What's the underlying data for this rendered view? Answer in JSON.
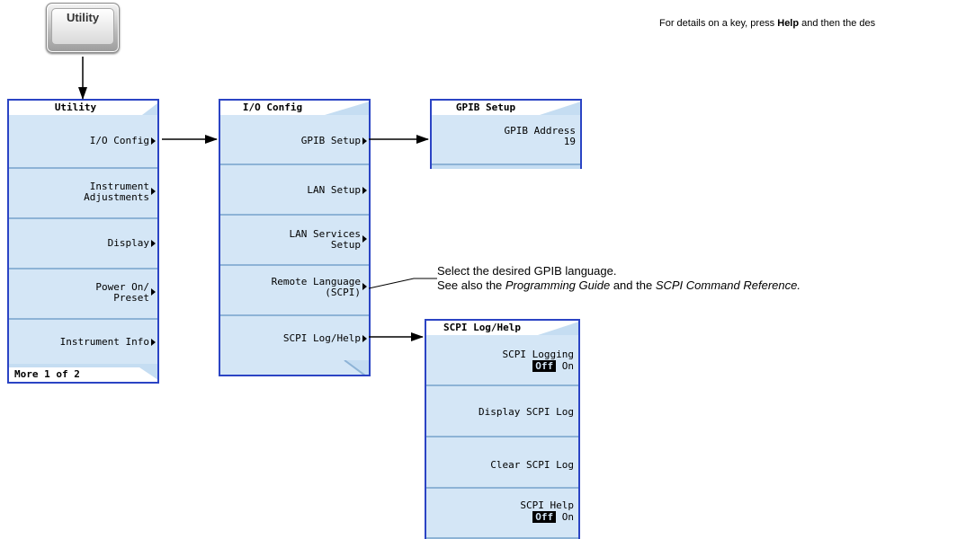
{
  "header_note": {
    "prefix": "For details on a key, press ",
    "help": "Help",
    "suffix": " and then the des"
  },
  "hardkey": {
    "label": "Utility"
  },
  "utility_menu": {
    "title": "Utility",
    "items": [
      {
        "label": "I/O Config",
        "submenu": true
      },
      {
        "label": "Instrument\nAdjustments",
        "submenu": true
      },
      {
        "label": "Display",
        "submenu": true
      },
      {
        "label": "Power On/\nPreset",
        "submenu": true
      },
      {
        "label": "Instrument Info",
        "submenu": true
      }
    ],
    "footer": "More 1 of 2"
  },
  "io_menu": {
    "title": "I/O Config",
    "items": [
      {
        "label": "GPIB Setup",
        "submenu": true
      },
      {
        "label": "LAN Setup",
        "submenu": true
      },
      {
        "label": "LAN Services\nSetup",
        "submenu": true
      },
      {
        "label": "Remote Language\n(SCPI)",
        "submenu": true
      },
      {
        "label": "SCPI Log/Help",
        "submenu": true
      }
    ]
  },
  "gpib_menu": {
    "title": "GPIB Setup",
    "item_label": "GPIB Address",
    "item_value": "19"
  },
  "scpi_menu": {
    "title": "SCPI Log/Help",
    "logging_label": "SCPI Logging",
    "logging_off": "Off",
    "logging_on": "On",
    "display_log": "Display SCPI Log",
    "clear_log": "Clear SCPI Log",
    "help_label": "SCPI Help",
    "help_off": "Off",
    "help_on": "On"
  },
  "remote_note": {
    "line1": "Select the desired GPIB language.",
    "line2_prefix": "See also the ",
    "line2_italic1": "Programming Guide",
    "line2_mid": " and the ",
    "line2_italic2": "SCPI Command Reference.",
    "line2_suffix": ""
  },
  "colors": {
    "menu_border": "#2b44c4",
    "key_fill": "#d4e6f6"
  }
}
